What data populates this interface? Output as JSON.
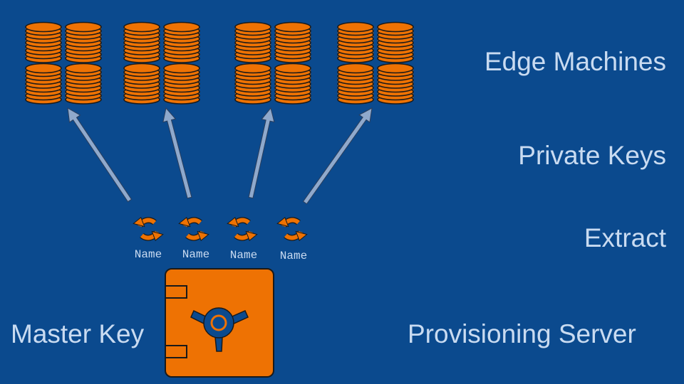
{
  "labels": {
    "edge_machines": "Edge Machines",
    "private_keys": "Private Keys",
    "extract": "Extract",
    "provisioning_server": "Provisioning Server",
    "master_key": "Master Key"
  },
  "key_names": [
    "Name",
    "Name",
    "Name",
    "Name"
  ],
  "colors": {
    "background": "#0b4a8e",
    "accent": "#ee7203",
    "text": "#c9dbf1",
    "arrow": "#8fa9cc"
  }
}
